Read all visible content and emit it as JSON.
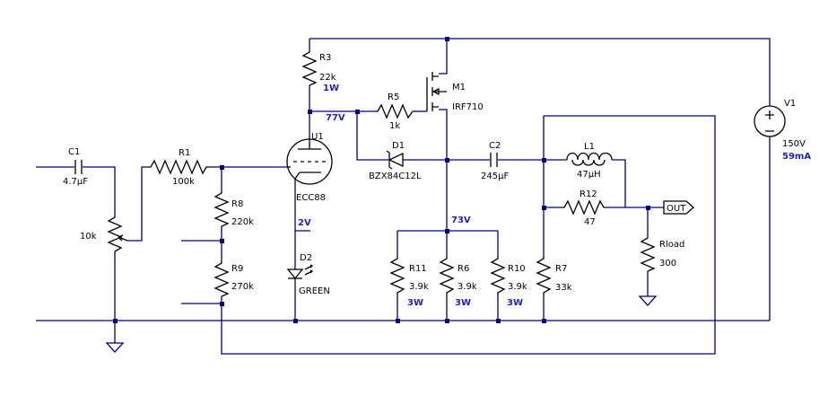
{
  "components": {
    "c1": {
      "ref": "C1",
      "value": "4.7µF"
    },
    "r1": {
      "ref": "R1",
      "value": "100k"
    },
    "pot": {
      "value": "10k"
    },
    "r8": {
      "ref": "R8",
      "value": "220k"
    },
    "r9": {
      "ref": "R9",
      "value": "270k"
    },
    "u1": {
      "ref": "U1",
      "value": "ECC88"
    },
    "d2": {
      "ref": "D2",
      "value": "GREEN"
    },
    "r3": {
      "ref": "R3",
      "value": "22k",
      "power": "1W"
    },
    "r5": {
      "ref": "R5",
      "value": "1k"
    },
    "m1": {
      "ref": "M1",
      "value": "IRF710"
    },
    "d1": {
      "ref": "D1",
      "value": "BZX84C12L"
    },
    "c2": {
      "ref": "C2",
      "value": "245µF"
    },
    "l1": {
      "ref": "L1",
      "value": "47µH"
    },
    "r12": {
      "ref": "R12",
      "value": "47"
    },
    "rload": {
      "ref": "Rload",
      "value": "300"
    },
    "r11": {
      "ref": "R11",
      "value": "3.9k",
      "power": "3W"
    },
    "r6": {
      "ref": "R6",
      "value": "3.9k",
      "power": "3W"
    },
    "r10": {
      "ref": "R10",
      "value": "3.9k",
      "power": "3W"
    },
    "r7": {
      "ref": "R7",
      "value": "33k"
    },
    "v1": {
      "ref": "V1",
      "value": "150V",
      "current": "59mA"
    }
  },
  "annotations": {
    "v_plate": "77V",
    "v_cathode": "2V",
    "v_source": "73V"
  },
  "ports": {
    "out": "OUT"
  }
}
